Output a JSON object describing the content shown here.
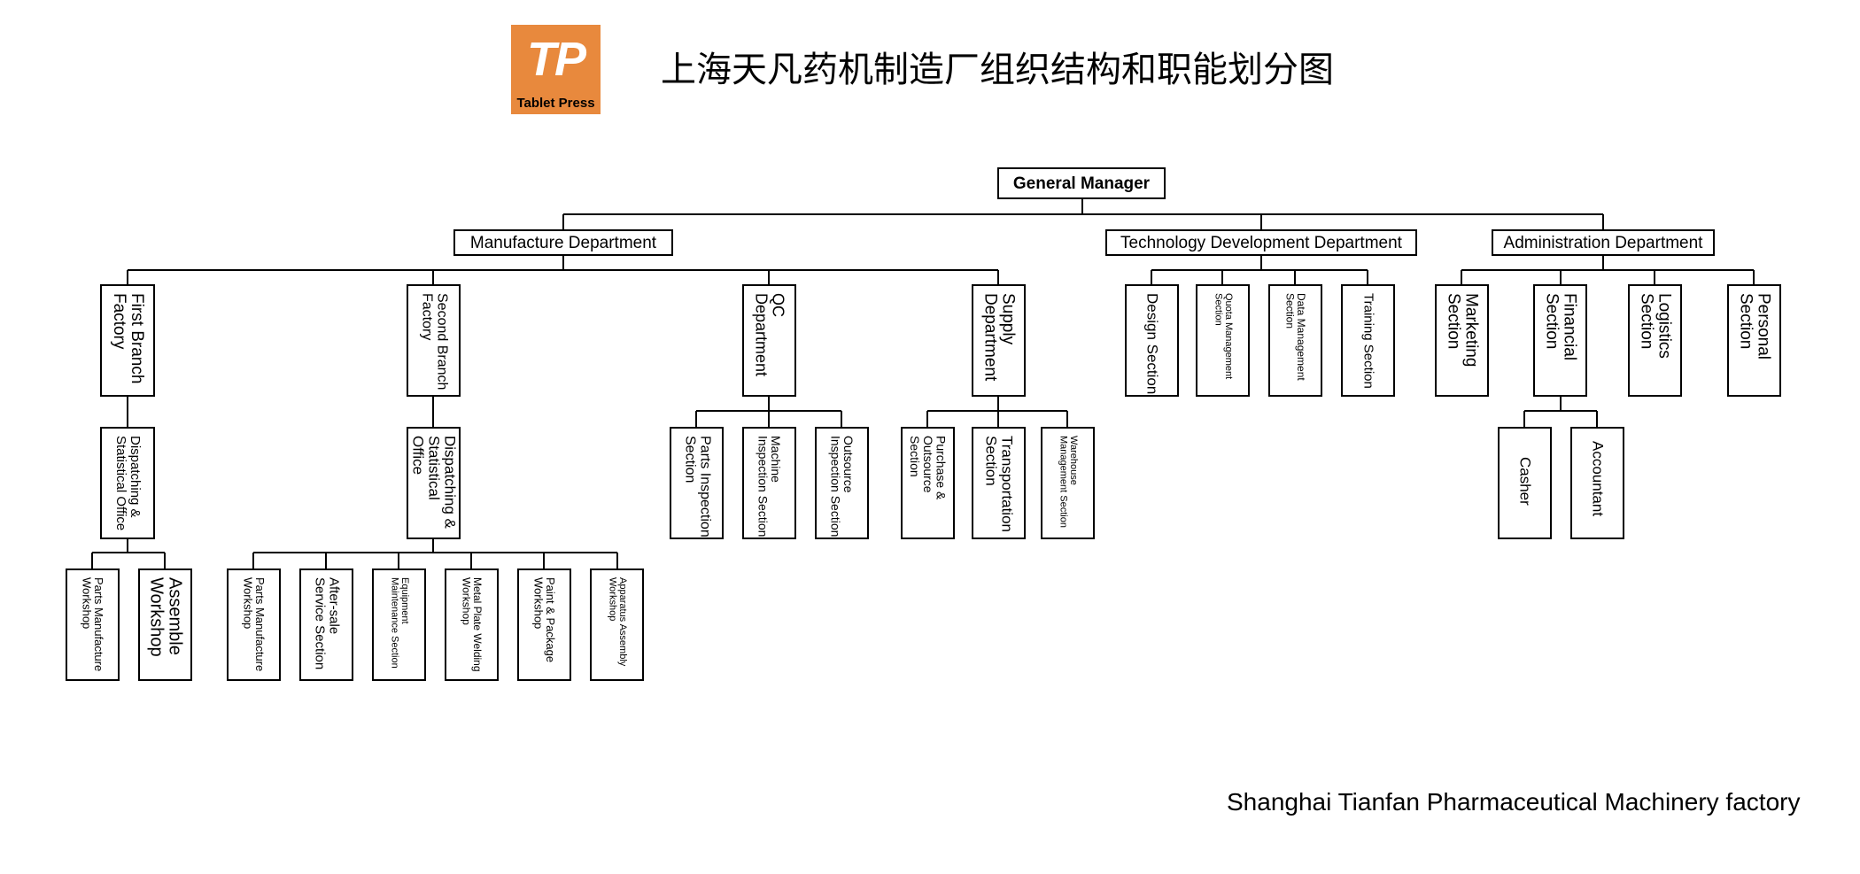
{
  "logo": {
    "mark": "TP",
    "caption": "Tablet Press",
    "color": "#e8893d"
  },
  "title": "上海天凡药机制造厂组织结构和职能划分图",
  "footer": "Shanghai Tianfan Pharmaceutical Machinery factory",
  "nodes": {
    "gm": "General Manager",
    "manufacture": "Manufacture Department",
    "technology": "Technology Development Department",
    "administration": "Administration Department",
    "first_branch": "First Branch Factory",
    "second_branch": "Second Branch Factory",
    "qc": "QC Department",
    "supply": "Supply Department",
    "dispatch1": "Dispatching & Statistical Office",
    "dispatch2": "Dispatching & Statistical Office",
    "parts_mfg1": "Parts Manufacture Workshop",
    "assemble": "Assemble Workshop",
    "parts_mfg2": "Parts Manufacture Workshop",
    "after_sale": "After-sale Service Section",
    "equipment": "Equipment Maintenance Section",
    "metal_plate": "Metal Plate Welding Workshop",
    "paint": "Paint & Package Workshop",
    "apparatus": "Apparatus Assembly Workshop",
    "parts_insp": "Parts Inspection Section",
    "machine_insp": "Machine Inspection Section",
    "outsource_insp": "Outsource Inspection Section",
    "purchase": "Purchase & Outsource Section",
    "transportation": "Transportation Section",
    "warehouse": "Warehouse Management Section",
    "design": "Design Section",
    "quota": "Quota Management Section",
    "data_mgmt": "Data Management Section",
    "training": "Training Section",
    "marketing": "Marketing Section",
    "financial": "Financial Section",
    "logistics": "Logistics Section",
    "personal": "Personal Section",
    "cashier": "Casher",
    "accountant": "Accountant"
  }
}
